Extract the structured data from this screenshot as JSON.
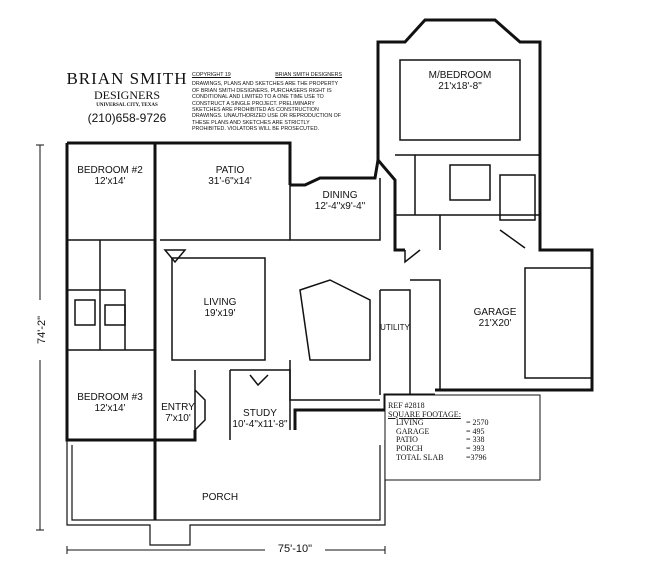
{
  "designer": {
    "name": "BRIAN SMITH",
    "sub": "DESIGNERS",
    "city": "UNIVERSAL CITY, TEXAS",
    "phone": "(210)658-9726"
  },
  "copyright": {
    "title": "COPYRIGHT 19",
    "owner": "BRIAN SMITH DESIGNERS",
    "text": "DRAWINGS, PLANS AND SKETCHES ARE THE PROPERTY OF BRIAN SMITH DESIGNERS. PURCHASERS RIGHT IS CONDITIONAL AND LIMITED TO A ONE TIME USE TO CONSTRUCT A SINGLE PROJECT. PRELIMINARY SKETCHES ARE PROHIBITED AS CONSTRUCTION DRAWINGS. UNAUTHORIZED USE OR REPRODUCTION OF THESE PLANS AND SKETCHES ARE STRICTLY PROHIBITED. VIOLATORS WILL BE PROSECUTED."
  },
  "rooms": {
    "master": {
      "name": "M/BEDROOM",
      "size": "21'x18'-8\""
    },
    "bed2": {
      "name": "BEDROOM #2",
      "size": "12'x14'"
    },
    "patio": {
      "name": "PATIO",
      "size": "31'-6\"x14'"
    },
    "dining": {
      "name": "DINING",
      "size": "12'-4\"x9'-4\""
    },
    "living": {
      "name": "LIVING",
      "size": "19'x19'"
    },
    "utility": {
      "name": "UTILITY"
    },
    "garage": {
      "name": "GARAGE",
      "size": "21'X20'"
    },
    "bed3": {
      "name": "BEDROOM #3",
      "size": "12'x14'"
    },
    "entry": {
      "name": "ENTRY",
      "size": "7'x10'"
    },
    "study": {
      "name": "STUDY",
      "size": "10'-4\"x11'-8\""
    },
    "porch": {
      "name": "PORCH"
    }
  },
  "dimensions": {
    "depth": "74'-2\"",
    "width": "75'-10\""
  },
  "reference": {
    "ref": "REF #2818",
    "heading": "SQUARE FOOTAGE:",
    "rows": [
      {
        "label": "LIVING",
        "value": "= 2570"
      },
      {
        "label": "GARAGE",
        "value": "= 495"
      },
      {
        "label": "PATIO",
        "value": "= 338"
      },
      {
        "label": "PORCH",
        "value": "= 393"
      },
      {
        "label": "TOTAL SLAB",
        "value": "=3796"
      }
    ]
  }
}
